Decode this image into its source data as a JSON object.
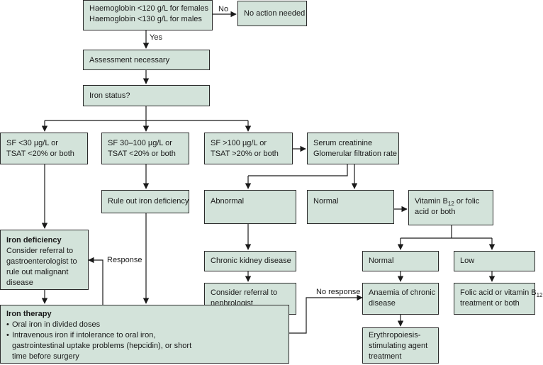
{
  "nodes": {
    "screening": {
      "lines": [
        "Haemoglobin <120 g/L for females",
        "Haemoglobin <130 g/L for males"
      ]
    },
    "no_action": {
      "text": "No action needed"
    },
    "assessment": {
      "text": "Assessment necessary"
    },
    "iron_status": {
      "text": "Iron status?"
    },
    "sf_low": {
      "lines": [
        "SF <30 µg/L or",
        "TSAT <20% or both"
      ]
    },
    "sf_mid": {
      "lines": [
        "SF 30–100 µg/L or",
        "TSAT <20% or both"
      ]
    },
    "sf_high": {
      "lines": [
        "SF >100 µg/L or",
        "TSAT >20% or both"
      ]
    },
    "serum": {
      "lines": [
        "Serum creatinine",
        "Glomerular filtration rate"
      ]
    },
    "rule_out": {
      "text": "Rule out iron deficiency"
    },
    "abnormal": {
      "text": "Abnormal"
    },
    "normal_gfr": {
      "text": "Normal"
    },
    "vitamin": {
      "line1_pre": "Vitamin B",
      "line1_sub": "12",
      "line1_post": " or folic",
      "line2": "acid or both"
    },
    "iron_deficiency": {
      "title": "Iron deficiency",
      "lines": [
        "Consider referral to",
        "gastroenterologist to",
        "rule out malignant",
        "disease"
      ]
    },
    "ckd": {
      "text": "Chronic kidney disease"
    },
    "nephrologist": {
      "lines": [
        "Consider referral to",
        "nephrologist"
      ]
    },
    "normal_vit": {
      "text": "Normal"
    },
    "low_vit": {
      "text": "Low"
    },
    "anaemia_chronic": {
      "lines": [
        "Anaemia of chronic",
        "disease"
      ]
    },
    "folic_treatment": {
      "line1_pre": "Folic acid or vitamin B",
      "line1_sub": "12",
      "line2": "treatment or both"
    },
    "iron_therapy": {
      "title": "Iron therapy",
      "bullets": [
        {
          "lines": [
            "Oral iron in divided doses"
          ]
        },
        {
          "lines": [
            "Intravenous iron if intolerance to oral iron,",
            "gastrointestinal uptake problems (hepcidin), or short",
            "time before surgery"
          ]
        }
      ]
    },
    "esa": {
      "lines": [
        "Erythropoiesis-",
        "stimulating agent",
        "treatment"
      ]
    }
  },
  "edge_labels": {
    "no": "No",
    "yes": "Yes",
    "response": "Response",
    "no_response": "No response"
  }
}
